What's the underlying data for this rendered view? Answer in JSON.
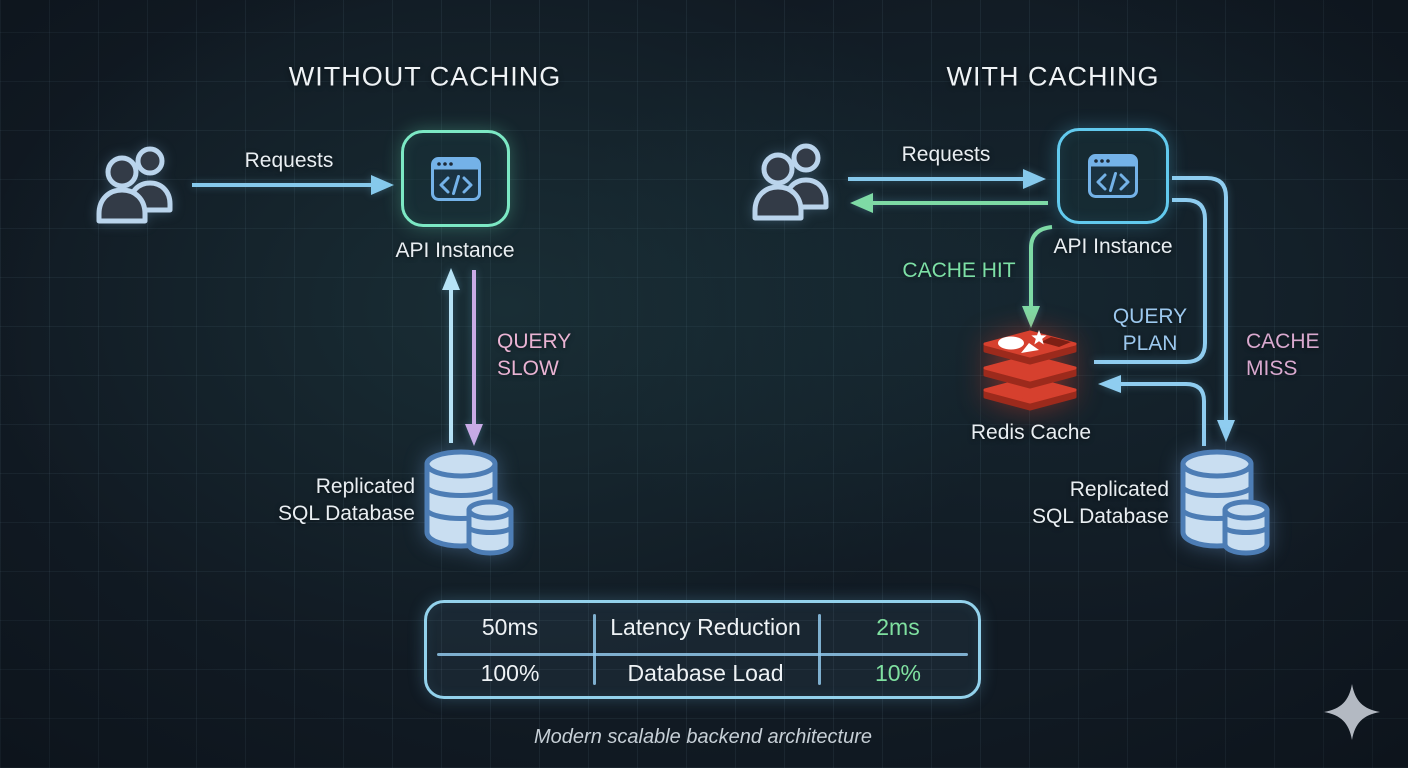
{
  "diagram": {
    "left": {
      "title": "WITHOUT CACHING",
      "requests_label": "Requests",
      "api_label": "API Instance",
      "query_label_line1": "QUERY",
      "query_label_line2": "SLOW",
      "db_label_line1": "Replicated",
      "db_label_line2": "SQL Database"
    },
    "right": {
      "title": "WITH CACHING",
      "requests_label": "Requests",
      "api_label": "API Instance",
      "cache_hit_label": "CACHE HIT",
      "query_plan_line1": "QUERY",
      "query_plan_line2": "PLAN",
      "cache_miss_line1": "CACHE",
      "cache_miss_line2": "MISS",
      "redis_label": "Redis Cache",
      "db_label_line1": "Replicated",
      "db_label_line2": "SQL Database"
    }
  },
  "stats_table": {
    "rows": [
      {
        "without": "50ms",
        "metric": "Latency Reduction",
        "with": "2ms"
      },
      {
        "without": "100%",
        "metric": "Database Load",
        "with": "10%"
      }
    ]
  },
  "caption": "Modern scalable backend architecture",
  "colors": {
    "background": "#111a23",
    "title_text": "#eef2f5",
    "arrow_requests_blue": "#86c9ec",
    "arrow_query_up_blue": "#b7e3f6",
    "arrow_slow_lavender": "#c9abe6",
    "arrow_green": "#7edaa5",
    "path_blue": "#8fcdf0",
    "query_slow_text": "#e9b3d3",
    "cache_hit_text": "#7de0a6",
    "query_plan_text": "#9cc8ee",
    "cache_miss_text": "#d9a9cf",
    "metric_green": "#7fe0a0",
    "api_box_border_left": "#7ce8c4",
    "api_box_border_right": "#62caee",
    "table_border": "#93d2ec",
    "db_icon_fill": "#c9def1",
    "db_icon_stroke": "#4d7db5",
    "redis_red": "#d6402e",
    "users_icon_stroke": "#bad4ec",
    "sparkle": "#b3b9c2"
  },
  "icons": [
    "users-icon",
    "api-browser-code-icon",
    "database-icon",
    "redis-cache-icon",
    "sparkle-icon"
  ]
}
